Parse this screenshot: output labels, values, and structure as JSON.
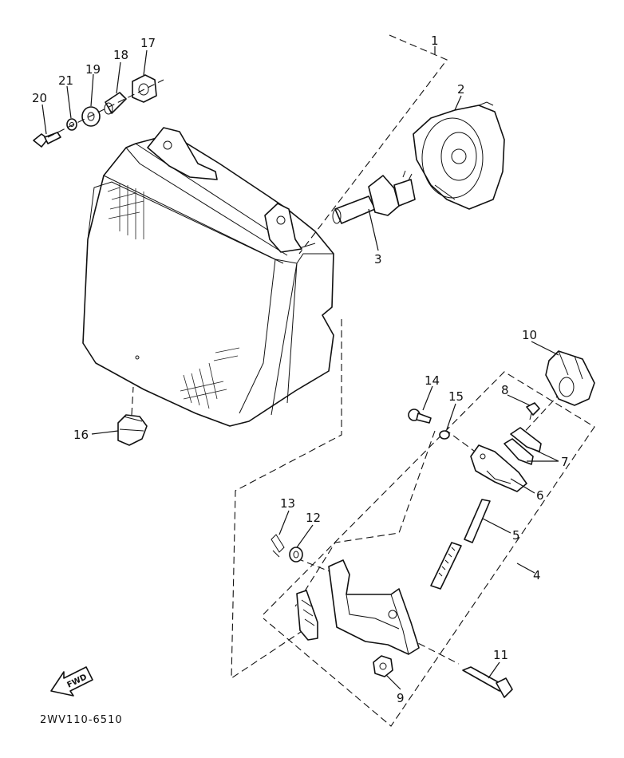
{
  "diagram": {
    "drawing_code": "2WV110-6510",
    "direction_label": "FWD",
    "callouts": [
      {
        "id": "1",
        "part": "headlight-assembly"
      },
      {
        "id": "2",
        "part": "bulb-socket-cover"
      },
      {
        "id": "3",
        "part": "bulb"
      },
      {
        "id": "4",
        "part": "headlight-bracket-assembly"
      },
      {
        "id": "5",
        "part": "adjusting-screw"
      },
      {
        "id": "6",
        "part": "adjuster-plate"
      },
      {
        "id": "7",
        "part": "clip"
      },
      {
        "id": "8",
        "part": "screw"
      },
      {
        "id": "9",
        "part": "nut"
      },
      {
        "id": "10",
        "part": "damper"
      },
      {
        "id": "11",
        "part": "bolt"
      },
      {
        "id": "12",
        "part": "collar"
      },
      {
        "id": "13",
        "part": "spring-clip"
      },
      {
        "id": "14",
        "part": "screw"
      },
      {
        "id": "15",
        "part": "washer"
      },
      {
        "id": "16",
        "part": "grommet"
      },
      {
        "id": "17",
        "part": "grommet"
      },
      {
        "id": "18",
        "part": "collar"
      },
      {
        "id": "19",
        "part": "washer"
      },
      {
        "id": "20",
        "part": "bolt"
      },
      {
        "id": "21",
        "part": "washer"
      }
    ]
  }
}
